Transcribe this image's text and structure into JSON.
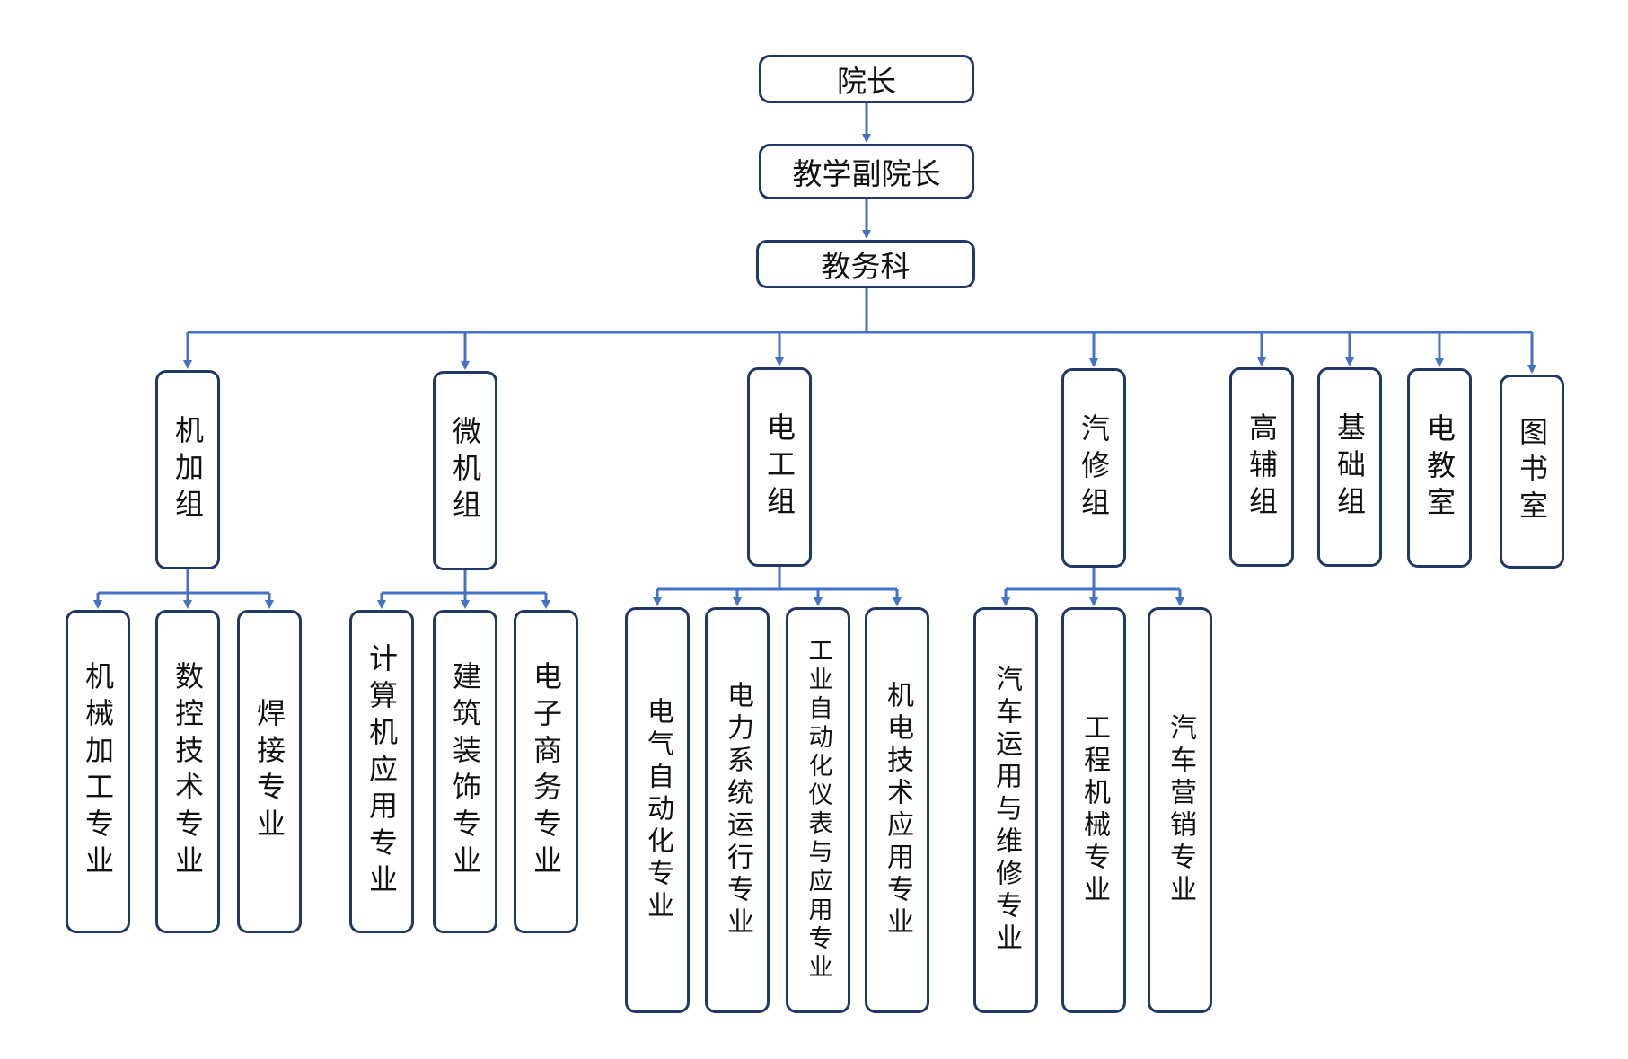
{
  "org_chart": {
    "dean": "院长",
    "vice_dean": "教学副院长",
    "academic_office": "教务科",
    "groups": [
      {
        "name": "机加组",
        "majors": [
          "机械加工专业",
          "数控技术专业",
          "焊接专业"
        ]
      },
      {
        "name": "微机组",
        "majors": [
          "计算机应用专业",
          "建筑装饰专业",
          "电子商务专业"
        ]
      },
      {
        "name": "电工组",
        "majors": [
          "电气自动化专业",
          "电力系统运行专业",
          "工业自动化仪表与应用专业",
          "机电技术应用专业"
        ]
      },
      {
        "name": "汽修组",
        "majors": [
          "汽车运用与维修专业",
          "工程机械专业",
          "汽车营销专业"
        ]
      },
      {
        "name": "高辅组",
        "majors": []
      },
      {
        "name": "基础组",
        "majors": []
      },
      {
        "name": "电教室",
        "majors": []
      },
      {
        "name": "图书室",
        "majors": []
      }
    ]
  },
  "colors": {
    "box_border": "#1f3864",
    "connector": "#4472c4",
    "text": "#111111"
  }
}
